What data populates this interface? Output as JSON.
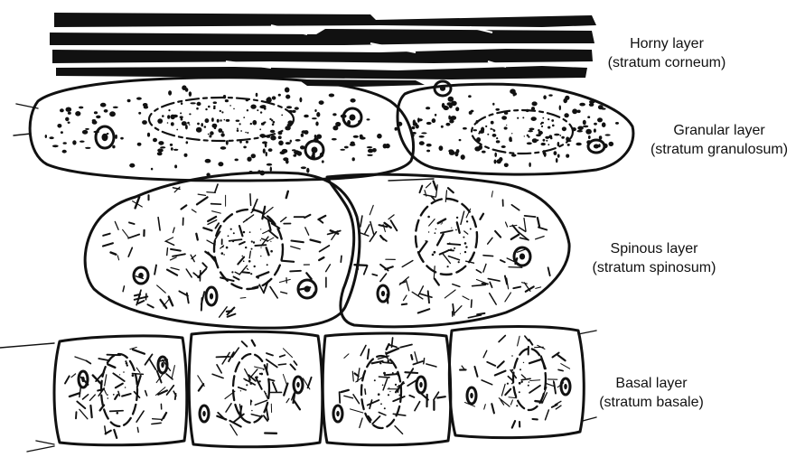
{
  "labels": {
    "horny": {
      "name": "Horny layer",
      "latin": "(stratum corneum)"
    },
    "granular": {
      "name": "Granular layer",
      "latin": "(stratum granulosum)"
    },
    "spinous": {
      "name": "Spinous layer",
      "latin": "(stratum spinosum)"
    },
    "basal": {
      "name": "Basal layer",
      "latin": "(stratum basale)"
    }
  },
  "colors": {
    "ink": "#111111",
    "paper": "#ffffff"
  }
}
